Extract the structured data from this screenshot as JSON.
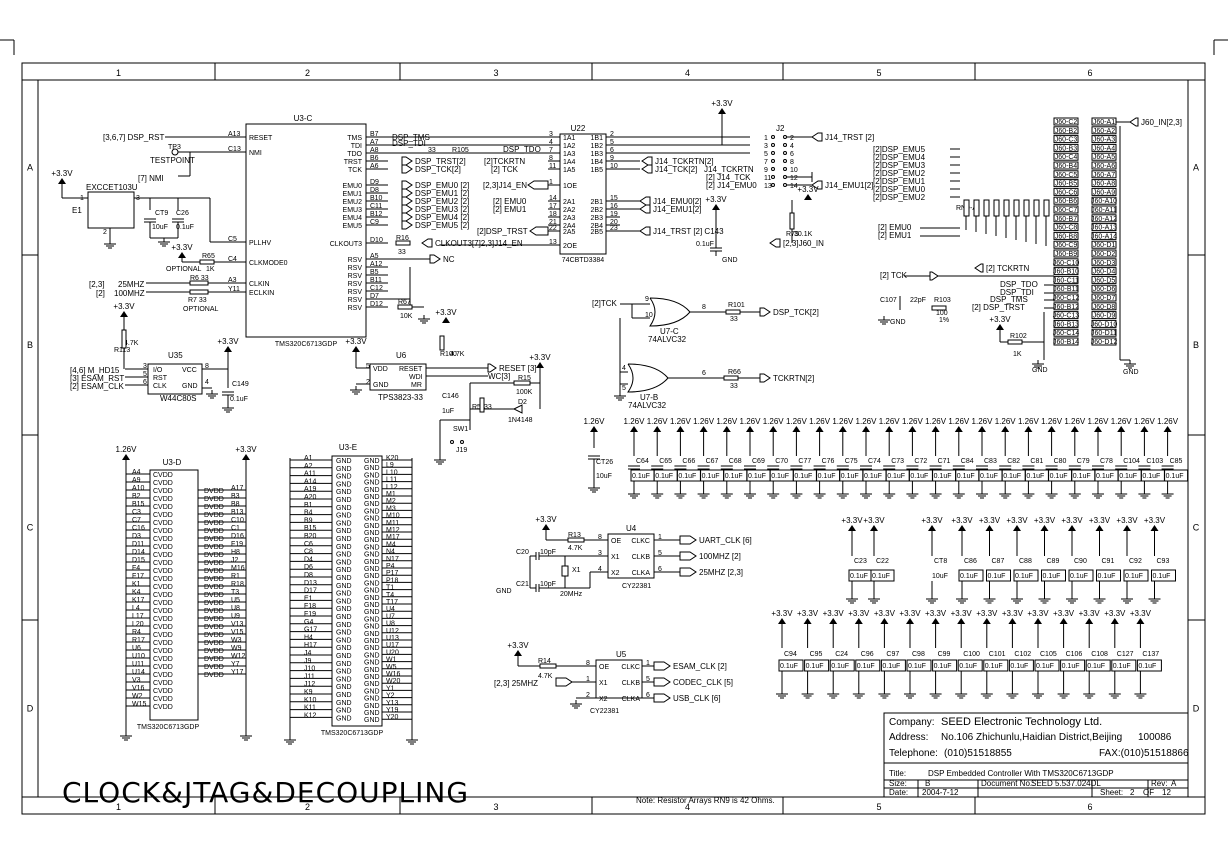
{
  "sheet": {
    "columns": [
      "1",
      "2",
      "3",
      "4",
      "5",
      "6"
    ],
    "rows": [
      "A",
      "B",
      "C",
      "D"
    ],
    "main_title": "CLOCK&JTAG&DECOUPLING",
    "note": "Note: Resistor Arrays  RN9 is 42 Ohms."
  },
  "title_block": {
    "company_label": "Company:",
    "company": "SEED Electronic Technology Ltd.",
    "address_label": "Address:",
    "address": "No.106 Zhichunlu,Haidian District,Beijing",
    "zip": "100086",
    "telephone_label": "Telephone:",
    "telephone": "(010)51518855",
    "fax": "FAX:(010)51518866",
    "title_label": "Title:",
    "title": "DSP Embedded Controller With TMS320C6713GDP",
    "size_label": "Size:",
    "size": "B",
    "docno_label": "Document No.:",
    "docno": "SEED 5.537.024DL",
    "rev_label": "Rev:",
    "rev": "A",
    "date_label": "Date:",
    "date": "2004-7-12",
    "sheet_label": "Sheet:",
    "sheet": "2",
    "of_label": "OF",
    "of": "12"
  },
  "u3c": {
    "ref": "U3-C",
    "part": "TMS320C6713GDP",
    "left_pins": [
      {
        "num": "A13",
        "name": "RESET"
      },
      {
        "num": "C13",
        "name": "NMI"
      },
      {
        "num": "C5",
        "name": "PLLHV"
      },
      {
        "num": "C4",
        "name": "CLKMODE0"
      },
      {
        "num": "A3",
        "name": "CLKIN"
      },
      {
        "num": "Y11",
        "name": "ECLKIN"
      }
    ],
    "right_pins": [
      {
        "num": "B7",
        "name": "TMS"
      },
      {
        "num": "A7",
        "name": "TDI"
      },
      {
        "num": "A8",
        "name": "TDO"
      },
      {
        "num": "B6",
        "name": "TRST"
      },
      {
        "num": "A6",
        "name": "TCK"
      },
      {
        "num": "D9",
        "name": "EMU0"
      },
      {
        "num": "D8",
        "name": "EMU1"
      },
      {
        "num": "B10",
        "name": "EMU2"
      },
      {
        "num": "C11",
        "name": "EMU3"
      },
      {
        "num": "B12",
        "name": "EMU4"
      },
      {
        "num": "C9",
        "name": "EMU5"
      },
      {
        "num": "D10",
        "name": "CLKOUT3"
      },
      {
        "num": "A5",
        "name": "RSV"
      },
      {
        "num": "A12",
        "name": "RSV"
      },
      {
        "num": "B5",
        "name": "RSV"
      },
      {
        "num": "B11",
        "name": "RSV"
      },
      {
        "num": "C12",
        "name": "RSV"
      },
      {
        "num": "D7",
        "name": "RSV"
      },
      {
        "num": "D12",
        "name": "RSV"
      }
    ]
  },
  "u3d": {
    "ref": "U3-D",
    "part": "TMS320C6713GDP",
    "cvdd_pins": [
      "A4",
      "A9",
      "A10",
      "B2",
      "B15",
      "C3",
      "C7",
      "C16",
      "D3",
      "D11",
      "D14",
      "D15",
      "F4",
      "F17",
      "K1",
      "K4",
      "K17",
      "L4",
      "L17",
      "L20",
      "R4",
      "R17",
      "U6",
      "U10",
      "U11",
      "U14",
      "V3",
      "V16",
      "W2",
      "W15"
    ],
    "dvdd_pins": [
      "A17",
      "B3",
      "B8",
      "B13",
      "C10",
      "C1",
      "D16",
      "F19",
      "H8",
      "J2",
      "M16",
      "R1",
      "R18",
      "T3",
      "U5",
      "U8",
      "U9",
      "V13",
      "V15",
      "W3",
      "W9",
      "W12",
      "Y7",
      "Y17"
    ],
    "cvdd_label": "CVDD",
    "dvdd_label": "DVDD"
  },
  "u3e": {
    "ref": "U3-E",
    "part": "TMS320C6713GDP",
    "left_pins": [
      "A1",
      "A2",
      "A11",
      "A14",
      "A19",
      "A20",
      "B1",
      "B4",
      "B9",
      "B15",
      "B20",
      "C6",
      "C8",
      "D4",
      "D6",
      "D8",
      "D13",
      "D17",
      "E1",
      "F18",
      "F19",
      "G4",
      "G17",
      "H4",
      "H17",
      "J4",
      "J9",
      "J10",
      "J11",
      "J12",
      "K9",
      "K10",
      "K11",
      "K12"
    ],
    "right_pins": [
      "K20",
      "L9",
      "L10",
      "L11",
      "L12",
      "M1",
      "M2",
      "M3",
      "M10",
      "M11",
      "M12",
      "M17",
      "M4",
      "N4",
      "N17",
      "P4",
      "P17",
      "P18",
      "T1",
      "T4",
      "T17",
      "U4",
      "U7",
      "U8",
      "U12",
      "U13",
      "U17",
      "U20",
      "W1",
      "W5",
      "W16",
      "W20",
      "Y1",
      "Y2",
      "Y13",
      "Y19",
      "Y20"
    ],
    "gnd_label": "GND"
  },
  "e1": {
    "ref": "E1",
    "part": "EXCCET103U",
    "c_a": "CT9",
    "c_a_val": "10uF",
    "c_b": "C26",
    "c_b_val": "0.1uF",
    "pins": [
      "1",
      "3",
      "2"
    ]
  },
  "reset_nets": {
    "dsp_rst": "[3,6,7] DSP_RST",
    "testpoint": "TESTPOINT",
    "tp": "TP3",
    "nmi": "[7] NMI",
    "optional": "OPTIONAL",
    "r_a": "R65",
    "r_a_val": "1K",
    "clk25": "[2,3]",
    "clk25_name": "25MHZ",
    "clk100": "[2]",
    "clk100_name": "100MHZ",
    "r_b": "R6 33",
    "r_c": "R7 33",
    "optional2": "OPTIONAL"
  },
  "u35": {
    "ref": "U35",
    "part": "W44C80S",
    "pins": [
      {
        "num": "3",
        "name": "I/O"
      },
      {
        "num": "5",
        "name": "RST"
      },
      {
        "num": "6",
        "name": "CLK"
      }
    ],
    "vcc": "VCC",
    "gnd": "GND",
    "vcc_pin": "8",
    "gnd_pin": "4",
    "r": "R113",
    "r_val": "4.7K",
    "cap": "C149",
    "cap_val": "0.1uF",
    "nets": [
      "[4,6]  M_HD15",
      "[3]  ESAM_RST",
      "[2]  ESAM_CLK"
    ]
  },
  "u6": {
    "ref": "U6",
    "part": "TPS3823-33",
    "pins": [
      {
        "num": "5",
        "name": "VDD"
      },
      {
        "num": "2",
        "name": "GND"
      },
      {
        "num": "1",
        "name": "RESET"
      },
      {
        "num": "4",
        "name": "WDI"
      },
      {
        "num": "3",
        "name": "MR"
      }
    ],
    "r100": "R100",
    "r100_val": "4.7K",
    "r5": "R5",
    "r5_val": "33",
    "r15": "R15",
    "r15_val": "100K",
    "d2": "D2",
    "d2_part": "1N4148",
    "c146": "C146",
    "c146_val": "1uF",
    "sw": "SW1",
    "j": "J19",
    "reset_net": "RESET [3]",
    "wc_net": "WC[3]"
  },
  "u22": {
    "ref": "U22",
    "part": "74CBTD3384",
    "left_pins": [
      {
        "num": "3",
        "name": "1A1"
      },
      {
        "num": "4",
        "name": "1A2"
      },
      {
        "num": "7",
        "name": "1A3"
      },
      {
        "num": "8",
        "name": "1A4"
      },
      {
        "num": "11",
        "name": "1A5"
      },
      {
        "num": "1",
        "name": "1OE"
      },
      {
        "num": "14",
        "name": "2A1"
      },
      {
        "num": "17",
        "name": "2A2"
      },
      {
        "num": "18",
        "name": "2A3"
      },
      {
        "num": "21",
        "name": "2A4"
      },
      {
        "num": "22",
        "name": "2A5"
      },
      {
        "num": "13",
        "name": "2OE"
      }
    ],
    "right_pins": [
      {
        "num": "2",
        "name": "1B1"
      },
      {
        "num": "5",
        "name": "1B2"
      },
      {
        "num": "6",
        "name": "1B3"
      },
      {
        "num": "9",
        "name": "1B4"
      },
      {
        "num": "10",
        "name": "1B5"
      },
      {
        "num": "15",
        "name": "2B1"
      },
      {
        "num": "16",
        "name": "2B2"
      },
      {
        "num": "19",
        "name": "2B3"
      },
      {
        "num": "20",
        "name": "2B4"
      },
      {
        "num": "23",
        "name": "2B5"
      }
    ],
    "nets_left": [
      "DSP_TMS",
      "DSP_TDI",
      "33",
      "R105",
      "DSP_TDO",
      "[2]TCKRTN",
      "[2] TCK",
      "[2,3]J14_EN",
      "[2] EMU0",
      "[2] EMU1",
      "[2]DSP_TRST",
      "CLKOUT3[7]2,3]J14_EN"
    ],
    "nets_right": [
      "J14_TCKRTN[2]",
      "J14_TCK[2]",
      "J14_TCKRTN",
      "[2] J14_TCK",
      "[2] J14_EMU0",
      "J14_EMU0[2]",
      "J14_EMU1[2]",
      "J14_TRST [2] C143"
    ],
    "nets_u3": [
      "DSP_TRST[2]",
      "DSP_TCK[2]",
      "DSP_EMU0 [2]",
      "DSP_EMU1 [2]",
      "DSP_EMU2 [2]",
      "DSP_EMU3 [2]",
      "DSP_EMU4 [2]",
      "DSP_EMU5 [2]",
      "R16",
      "33",
      "NC",
      "R67",
      "10K"
    ]
  },
  "j2": {
    "ref": "J2",
    "pins": [
      "1",
      "2",
      "3",
      "4",
      "5",
      "6",
      "7",
      "8",
      "9",
      "10",
      "11",
      "12",
      "13",
      "14"
    ],
    "net_trst": "J14_TRST [2]",
    "net_emu1": "J14_EMU1[2]",
    "r75": "R75",
    "r75_val": "30.1K",
    "c_val": "0.1uF",
    "j60": "[2,3]J60_IN",
    "gnd": "GND"
  },
  "u7": {
    "gate_c": "U7-C",
    "gate_b": "U7-B",
    "part": "74ALVC32",
    "pins_c": [
      "9",
      "10",
      "8"
    ],
    "pins_b": [
      "4",
      "5",
      "6"
    ],
    "r101": "R101",
    "r101_val": "33",
    "r66": "R66",
    "r66_val": "33",
    "tck_in": "[2]TCK",
    "dsp_tck": "DSP_TCK[2]",
    "tckrtn": "TCKRTN[2]"
  },
  "j60": {
    "net": "J60_IN[2,3]",
    "left_pins": [
      "J60-C2",
      "J60-B2",
      "J60-C3",
      "J60-B3",
      "J60-C4",
      "J60-B4",
      "J60-C5",
      "J60-B5",
      "J60-C6",
      "J60-B6",
      "J60-C7",
      "J60-B7",
      "J60-C8",
      "J60-B8",
      "J60-C9",
      "J60-B9",
      "J60-C10",
      "J60-B10",
      "J60-C11",
      "J60-B11",
      "J60-C12",
      "J60-B12",
      "J60-C13",
      "J60-B13",
      "J60-C14",
      "J60-B14"
    ],
    "right_pins": [
      "J60-A1",
      "J60-A2",
      "J60-A3",
      "J60-A4",
      "J60-A5",
      "J60-A6",
      "J60-A7",
      "J60-A8",
      "J60-A9",
      "J60-A10",
      "J60-A11",
      "J60-A12",
      "J60-A13",
      "J60-A14",
      "J60-D1",
      "J60-D2",
      "J60-D3",
      "J60-D4",
      "J60-D5",
      "J60-D6",
      "J60-D7",
      "J60-D8",
      "J60-D9",
      "J60-D10",
      "J60-D11",
      "J60-D12"
    ],
    "emu_nets": [
      "[2]DSP_EMU5",
      "[2]DSP_EMU4",
      "[2]DSP_EMU3",
      "[2]DSP_EMU2",
      "[2]DSP_EMU1",
      "[2]DSP_EMU0",
      "[2]DSP_EMU2"
    ],
    "rn": "RN9-A",
    "emu0": "[2]  EMU0",
    "emu1": "[2]  EMU1",
    "tck": "[2] TCK",
    "tckrtn": "[2] TCKRTN",
    "dsp_tdo": "DSP_TDO",
    "dsp_tdi": "DSP_TDI",
    "dsp_tms": "DSP_TMS",
    "dsp_trst": "[2] DSP_TRST",
    "c107": "C107",
    "c107_val": "22pF",
    "r103": "R103",
    "r103_val": "100",
    "r103_tol": "1%",
    "r102": "R102",
    "r102_val": "1K",
    "gnd": "GND"
  },
  "decoupling_row1": {
    "first": {
      "volt": "1.26V",
      "ref": "CT26",
      "val": "10uF"
    },
    "volt": "1.26V",
    "val": "0.1uF",
    "refs": [
      "C64",
      "C65",
      "C66",
      "C67",
      "C68",
      "C69",
      "C70",
      "C77",
      "C76",
      "C75",
      "C74",
      "C73",
      "C72",
      "C71",
      "C84",
      "C83",
      "C82",
      "C81",
      "C80",
      "C79",
      "C78",
      "C104",
      "C103",
      "C85"
    ]
  },
  "decoupling_row2": {
    "volt": "+3.3V",
    "val": "0.1uF",
    "left": [
      "C23",
      "C22"
    ],
    "first": {
      "ref": "CT8",
      "val": "10uF"
    },
    "refs": [
      "C86",
      "C87",
      "C88",
      "C89",
      "C90",
      "C91",
      "C92",
      "C93"
    ]
  },
  "decoupling_row3": {
    "volt": "+3.3V",
    "val": "0.1uF",
    "refs": [
      "C94",
      "C95",
      "C24",
      "C96",
      "C97",
      "C98",
      "C99",
      "C100",
      "C101",
      "C102",
      "C105",
      "C106",
      "C108",
      "C127",
      "C137"
    ]
  },
  "u4": {
    "ref": "U4",
    "part": "CY22381",
    "pins": [
      {
        "num": "8",
        "name": "OE"
      },
      {
        "num": "3",
        "name": "X1"
      },
      {
        "num": "4",
        "name": "X2"
      }
    ],
    "out_pins": [
      {
        "num": "1",
        "name": "CLKC"
      },
      {
        "num": "5",
        "name": "CLKB"
      },
      {
        "num": "6",
        "name": "CLKA"
      }
    ],
    "r": "R13",
    "r_val": "4.7K",
    "c20": "C20",
    "c20_val": "10pF",
    "c21": "C21",
    "c21_val": "10pF",
    "x": "X1",
    "x_val": "20MHz",
    "outs": [
      "UART_CLK [6]",
      "100MHZ   [2]",
      "25MHZ      [2,3]"
    ],
    "gnd": "GND"
  },
  "u5": {
    "ref": "U5",
    "part": "CY22381",
    "pins": [
      {
        "num": "8",
        "name": "OE"
      },
      {
        "num": "1",
        "name": "X1"
      },
      {
        "num": "2",
        "name": "X2"
      }
    ],
    "out_pins": [
      {
        "num": "1",
        "name": "CLKC"
      },
      {
        "num": "5",
        "name": "CLKB"
      },
      {
        "num": "6",
        "name": "CLKA"
      }
    ],
    "r": "R14",
    "r_val": "4.7K",
    "in_net": "[2,3] 25MHZ",
    "outs": [
      "ESAM_CLK [2]",
      "CODEC_CLK [5]",
      "USB_CLK    [6]"
    ]
  },
  "power": {
    "p33": "+3.3V",
    "p126": "1.26V"
  }
}
